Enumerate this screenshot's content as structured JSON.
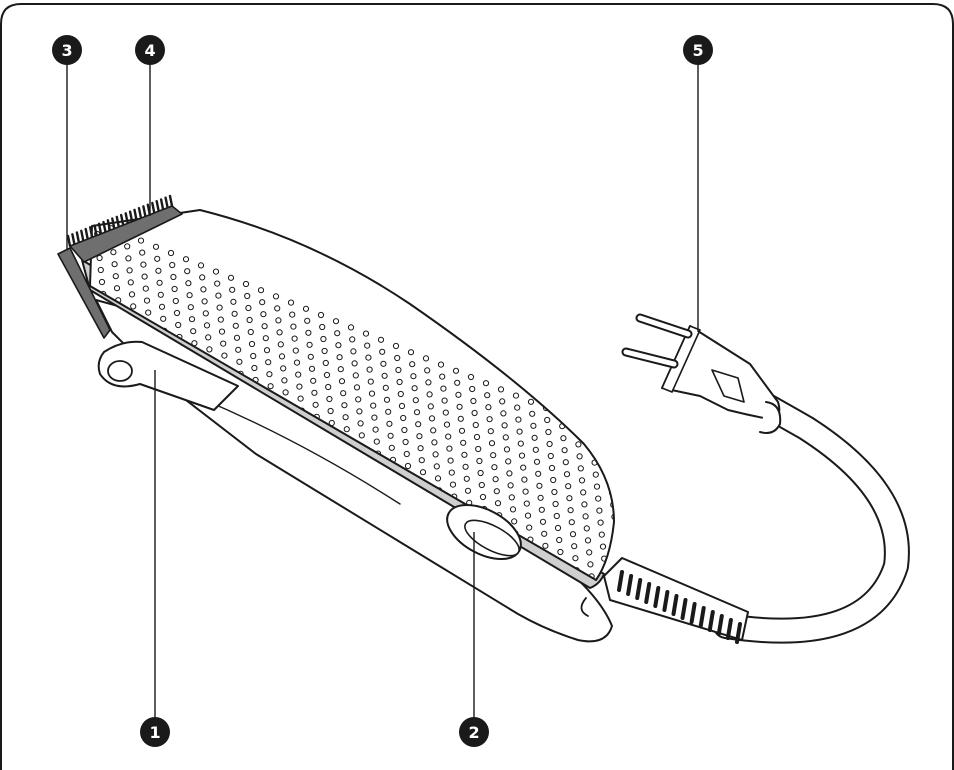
{
  "figure": {
    "frame_color": "#1a1a1a",
    "ink_color": "#1a1a1a",
    "body_fill": "#ffffff",
    "band_fill": "#cfcfcf",
    "blade_fill": "#6f6f6f",
    "icons": [
      "hair-clipper-illustration",
      "power-plug-illustration"
    ]
  },
  "callouts": [
    {
      "id": "callout-1",
      "label": "1"
    },
    {
      "id": "callout-2",
      "label": "2"
    },
    {
      "id": "callout-3",
      "label": "3"
    },
    {
      "id": "callout-4",
      "label": "4"
    },
    {
      "id": "callout-5",
      "label": "5"
    }
  ]
}
